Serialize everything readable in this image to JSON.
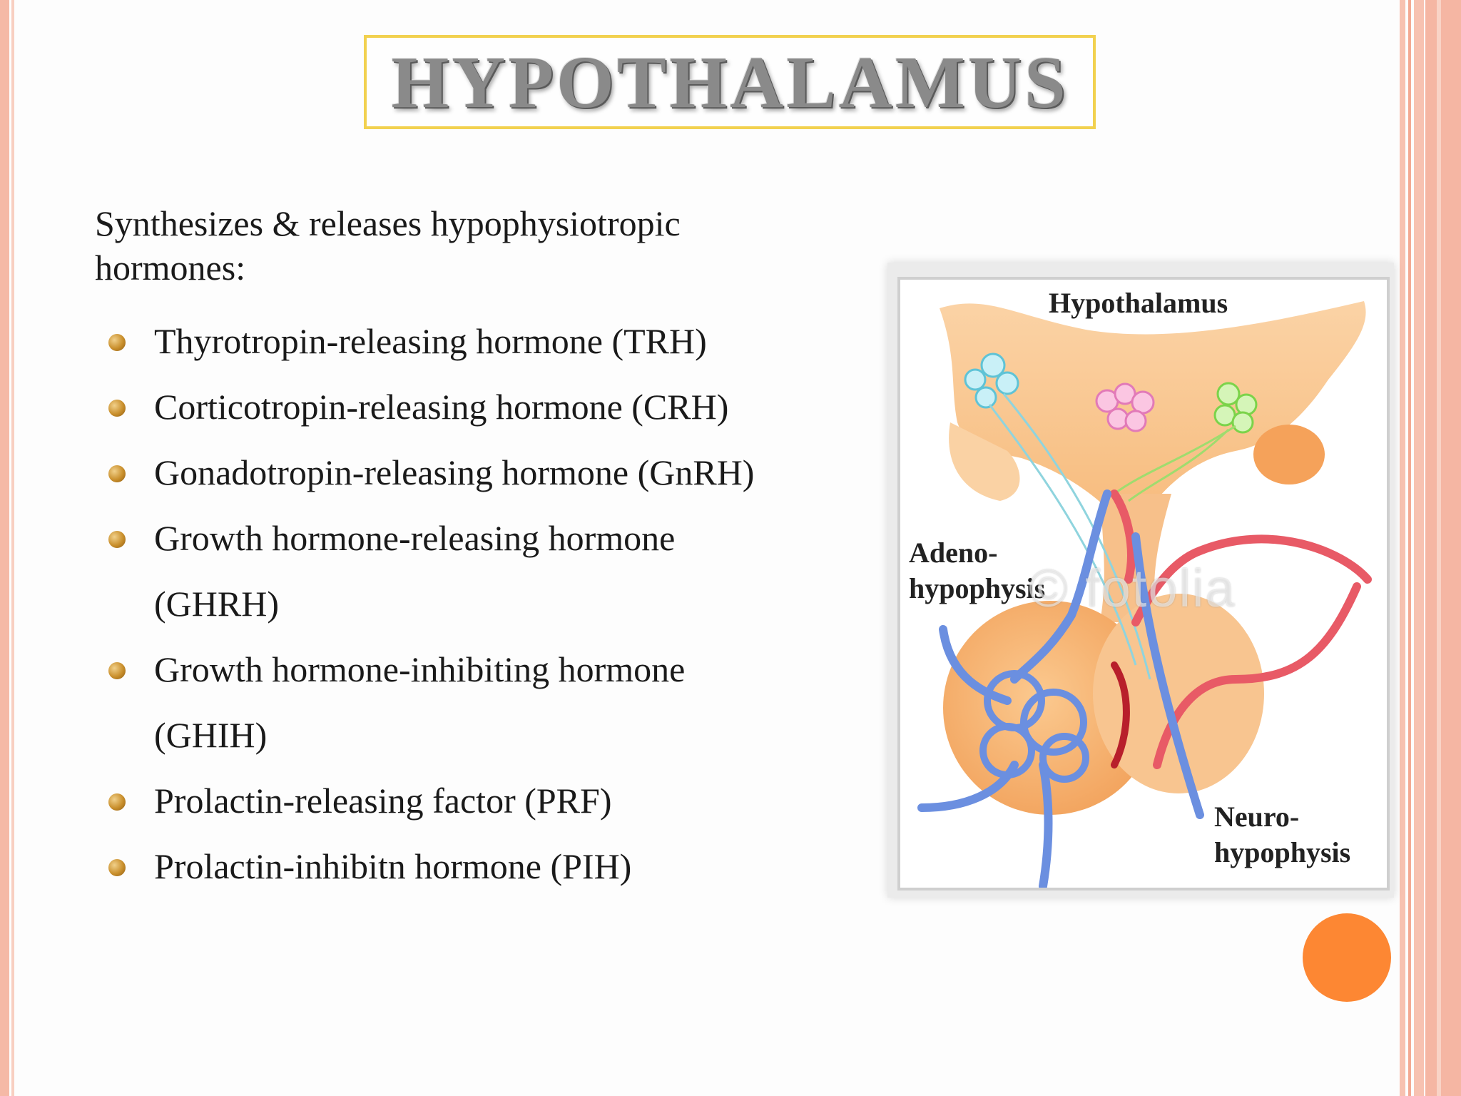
{
  "slide": {
    "title": "HYPOTHALAMUS",
    "intro": "Synthesizes & releases hypophysiotropic hormones:",
    "bullets": [
      "Thyrotropin-releasing hormone (TRH)",
      "Corticotropin-releasing hormone (CRH)",
      "Gonadotropin-releasing hormone (GnRH)",
      "Growth hormone-releasing hormone (GHRH)",
      "Growth hormone-inhibiting hormone (GHIH)",
      "Prolactin-releasing factor (PRF)",
      "Prolactin-inhibitn hormone (PIH)"
    ]
  },
  "figure": {
    "label_hypothalamus": "Hypothalamus",
    "label_adeno_1": "Adeno-",
    "label_adeno_2": "hypophysis",
    "label_neuro_1": "Neuro-",
    "label_neuro_2": "hypophysis",
    "watermark": "© fotolia"
  },
  "colors": {
    "title_border": "#f2d14f",
    "accent_circle": "#fd8733",
    "side_band": "#f5b6a3",
    "bullet": "#c98f2c"
  }
}
